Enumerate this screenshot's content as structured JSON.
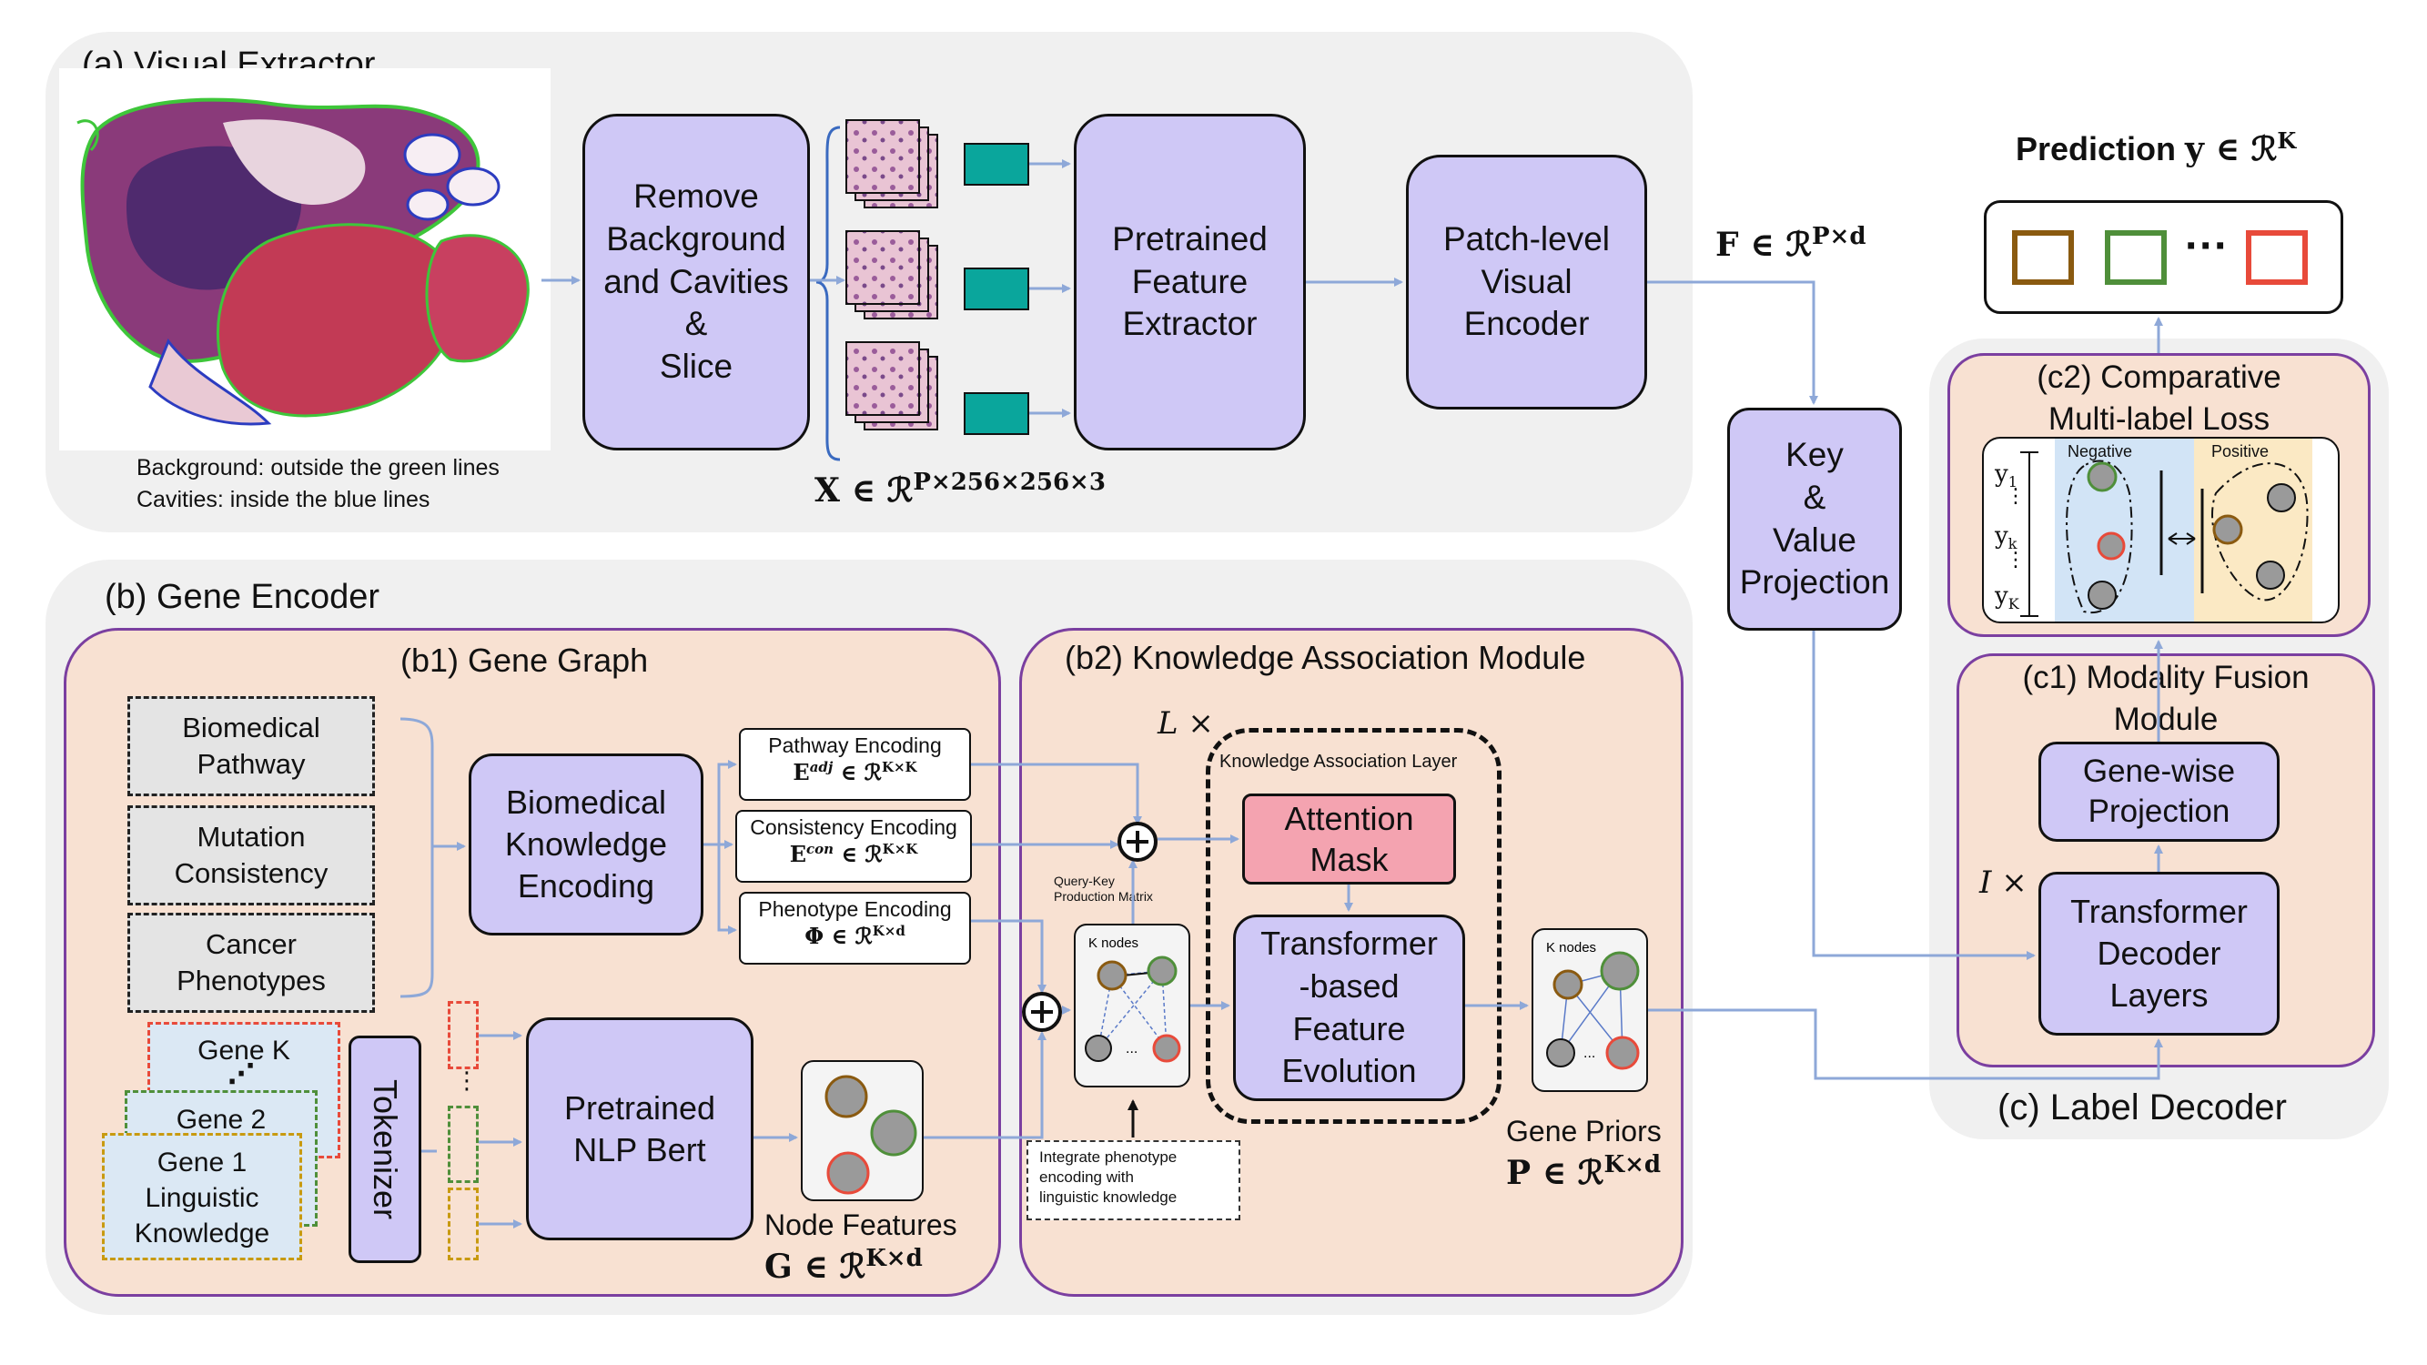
{
  "panels": {
    "a_title": "(a) Visual Extractor",
    "b_title": "(b) Gene Encoder",
    "b1_title": "(b1) Gene Graph",
    "b2_title": "(b2) Knowledge Association Module",
    "c_title": "(c) Label Decoder",
    "c1_title": "(c1) Modality Fusion\nModule",
    "c2_title": "(c2) Comparative\nMulti-label Loss"
  },
  "visual": {
    "bg_note": "Background: outside the green lines",
    "cav_note": "Cavities: inside the blue lines",
    "remove_box": "Remove\nBackground\nand Cavities\n&\nSlice",
    "pretrained_box": "Pretrained\nFeature\nExtractor",
    "patch_box": "Patch-level\nVisual\nEncoder",
    "x_math": "X ∈ ℛ",
    "x_sup": "P×256×256×3",
    "f_math": "F ∈ ℛ",
    "f_sup": "P×d"
  },
  "kv_box": "Key\n&\nValue\nProjection",
  "prediction": {
    "label": "Prediction ",
    "y_math": "y ∈ ℛ",
    "y_sup": "K",
    "dots": "···"
  },
  "gene_graph": {
    "sources": [
      "Biomedical\nPathway",
      "Mutation\nConsistency",
      "Cancer\nPhenotypes"
    ],
    "bke_box": "Biomedical\nKnowledge\nEncoding",
    "pathway_enc": "Pathway Encoding",
    "pathway_math": "E",
    "pathway_sup": "adj",
    "pathway_rest": " ∈ ℛ",
    "pathway_dim": "K×K",
    "consistency_enc": "Consistency Encoding",
    "consistency_math": "E",
    "consistency_sup": "con",
    "consistency_rest": " ∈ ℛ",
    "consistency_dim": "K×K",
    "phenotype_enc": "Phenotype Encoding",
    "phenotype_math": "Φ ∈ ℛ",
    "phenotype_dim": "K×d",
    "gene_k": "Gene K",
    "gene_2": "Gene 2",
    "gene_1": "Gene 1\nLinguistic\nKnowledge",
    "tokenizer": "Tokenizer",
    "bert_box": "Pretrained\nNLP Bert",
    "node_features": "Node Features",
    "g_math": "G ∈ ℛ",
    "g_sup": "K×d"
  },
  "kam": {
    "l_times": "L ×",
    "layer_title": "Knowledge Association Layer",
    "attention_box": "Attention\nMask",
    "transformer_box": "Transformer\n-based\nFeature\nEvolution",
    "qk_note": "Query-Key\nProduction Matrix",
    "k_nodes": "K nodes",
    "k_nodes_ellipsis": "...",
    "integrate_note": "Integrate phenotype\nencoding with\nlinguistic knowledge",
    "gene_priors": "Gene Priors",
    "p_math": "P ∈ ℛ",
    "p_sup": "K×d"
  },
  "decoder": {
    "i_times": "I ×",
    "genewise_box": "Gene-wise\nProjection",
    "tdl_box": "Transformer\nDecoder\nLayers",
    "negative": "Negative",
    "positive": "Positive",
    "y1": "y",
    "y1_sub": "1",
    "yk": "y",
    "yk_sub": "k",
    "yK": "y",
    "yK_sub": "K"
  },
  "colors": {
    "purple_box": "#cfc8f6",
    "panel_gray": "#f0f0f0",
    "panel_peach": "#f8e1d2",
    "attention": "#f4a3b0",
    "arrow": "#8ea8d8",
    "teal": "#0aa69c"
  }
}
